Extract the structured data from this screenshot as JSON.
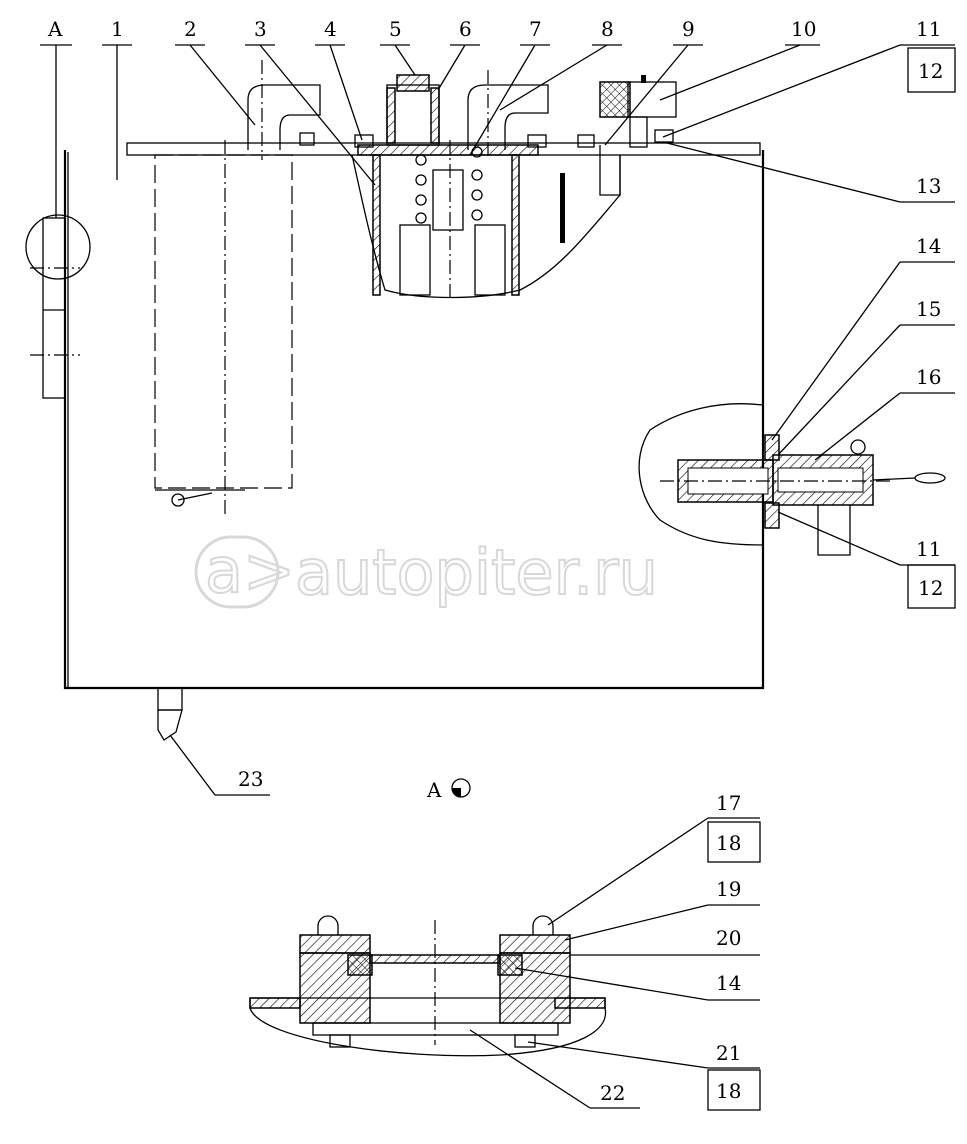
{
  "title": "Hydraulic tank assembly drawing",
  "colors": {
    "line": "#000000",
    "background": "#ffffff",
    "watermark": "#d8d8d8"
  },
  "callouts": {
    "view_a": "A",
    "p1": "1",
    "p2": "2",
    "p3": "3",
    "p4": "4",
    "p5": "5",
    "p6": "6",
    "p7": "7",
    "p8": "8",
    "p9": "9",
    "p10": "10",
    "p11_top": "11",
    "p12_top": "12",
    "p13": "13",
    "p14": "14",
    "p15": "15",
    "p16": "16",
    "p11_side": "11",
    "p12_side": "12",
    "p23": "23"
  },
  "detail": {
    "view_label": "A",
    "p17": "17",
    "p18_top": "18",
    "p19": "19",
    "p20": "20",
    "p14": "14",
    "p21": "21",
    "p18_bottom": "18",
    "p22": "22"
  },
  "watermark": {
    "text": "autopiter.ru",
    "logo": "a>"
  }
}
